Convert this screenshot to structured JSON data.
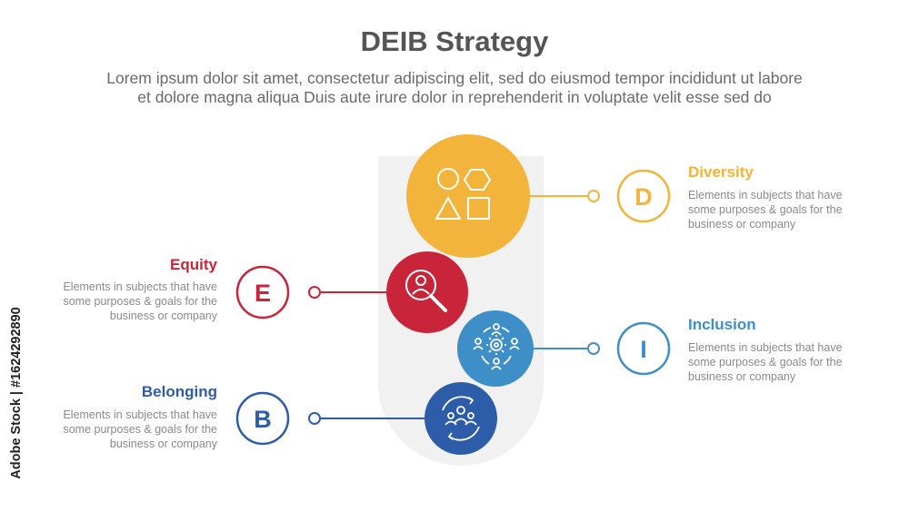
{
  "title": "DEIB Strategy",
  "subtitle_line1": "Lorem ipsum dolor sit amet, consectetur adipiscing elit, sed do eiusmod tempor incididunt ut labore",
  "subtitle_line2": "et dolore magna aliqua Duis aute irure dolor in reprehenderit in voluptate velit esse sed do",
  "watermark": "Adobe Stock | #1624292890",
  "colors": {
    "diversity": "#F2B43A",
    "equity": "#C8253A",
    "inclusion": "#3E8FC8",
    "belonging": "#2D5DA8",
    "background_shape": "#F1F1F1"
  },
  "items": [
    {
      "key": "diversity",
      "letter": "D",
      "heading": "Diversity",
      "desc": "Elements in subjects that have some purposes & goals for the business or company",
      "icon": "shapes-icon"
    },
    {
      "key": "equity",
      "letter": "E",
      "heading": "Equity",
      "desc": "Elements in subjects that have some purposes & goals for the business or company",
      "icon": "search-user-icon"
    },
    {
      "key": "inclusion",
      "letter": "I",
      "heading": "Inclusion",
      "desc": "Elements in subjects that have some purposes & goals for the business or company",
      "icon": "team-gear-icon"
    },
    {
      "key": "belonging",
      "letter": "B",
      "heading": "Belonging",
      "desc": "Elements in subjects that have some purposes & goals for the business or company",
      "icon": "group-cycle-icon"
    }
  ]
}
